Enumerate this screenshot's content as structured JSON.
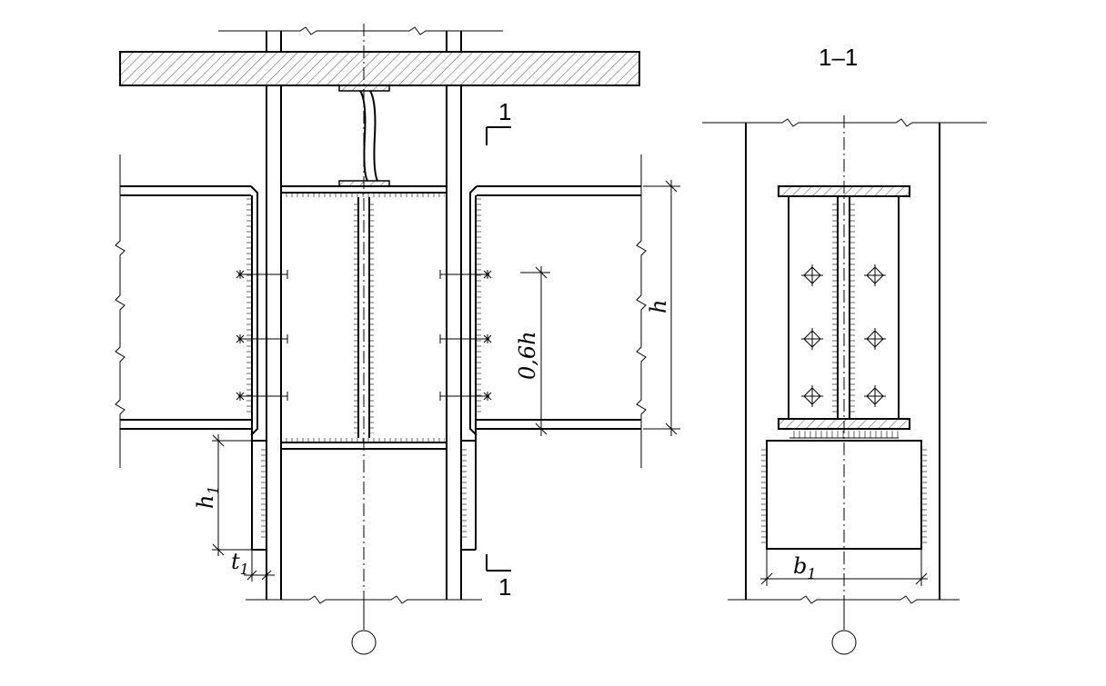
{
  "section_title": "1–1",
  "cut_mark_label": "1",
  "dimensions": {
    "h": "h",
    "h_06": "0,6h",
    "h1": "h",
    "h1_sub": "1",
    "t1": "t",
    "t1_sub": "1",
    "b1": "b",
    "b1_sub": "1"
  }
}
